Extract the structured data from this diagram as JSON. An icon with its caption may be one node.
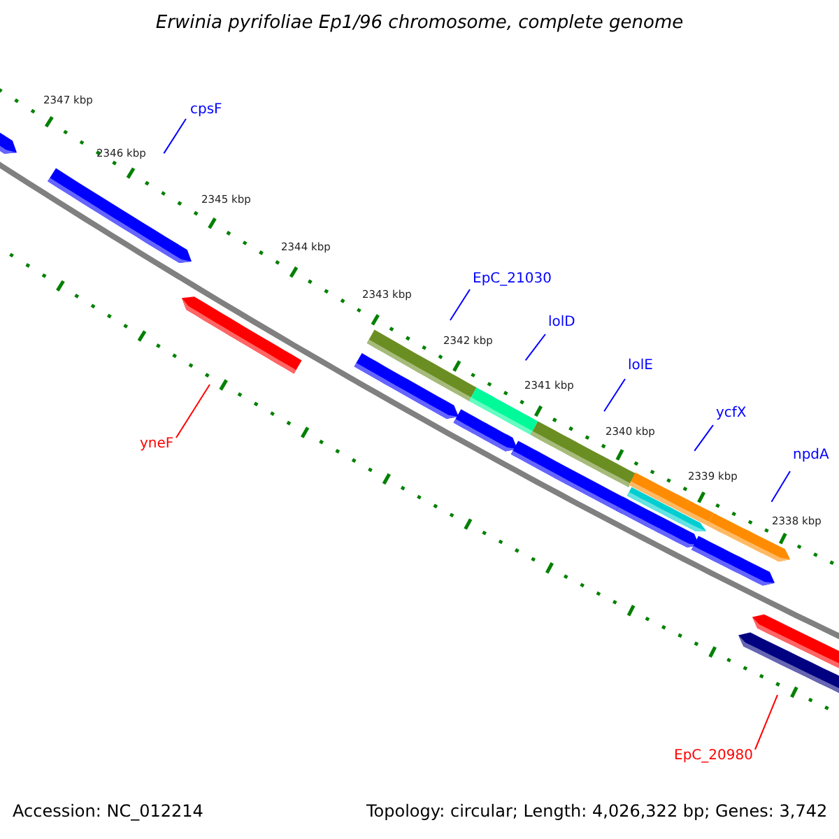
{
  "diagram": {
    "title": "Erwinia pyrifoliae Ep1/96 chromosome, complete genome",
    "nodes": [
      {
        "text": [
          "cpsF"
        ]
      },
      {
        "text": [
          "EpC_21030"
        ]
      },
      {
        "text": [
          "lolD"
        ]
      },
      {
        "text": [
          "lolE"
        ]
      },
      {
        "text": [
          "ycfX"
        ]
      },
      {
        "text": [
          "yneF"
        ]
      },
      {
        "text": [
          "npdA"
        ]
      },
      {
        "text": [
          "EpC_20980"
        ]
      }
    ],
    "edges": [
      {
        "from": 0,
        "to": null,
        "arrow": "none"
      },
      {
        "from": 1,
        "to": null,
        "arrow": "none"
      },
      {
        "from": 2,
        "to": null,
        "arrow": "none"
      },
      {
        "from": 3,
        "to": null,
        "arrow": "none"
      },
      {
        "from": 4,
        "to": null,
        "arrow": "none"
      },
      {
        "from": 5,
        "to": null,
        "arrow": "none",
        "color": "#ff0000"
      },
      {
        "from": 6,
        "to": null,
        "arrow": "none"
      },
      {
        "from": 7,
        "to": null,
        "arrow": "none",
        "color": "#ff0000"
      }
    ],
    "labels": [
      "2347 kbp",
      "2346 kbp",
      "2345 kbp",
      "2344 kbp",
      "2343 kbp",
      "2342 kbp",
      "2341 kbp",
      "2340 kbp",
      "2339 kbp",
      "2338 kbp",
      "Accession: NC_012214",
      "Topology: circular; Length: 4,026,322 bp; Genes: 3,742"
    ]
  }
}
